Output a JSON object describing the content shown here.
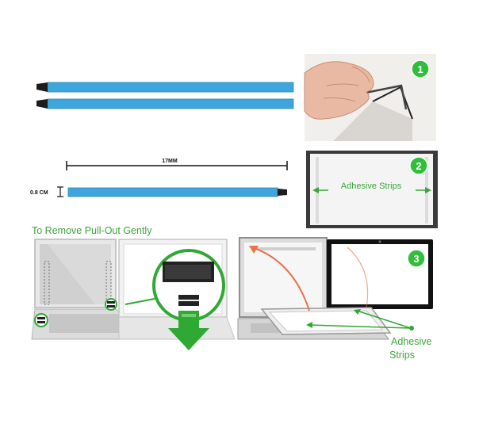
{
  "strips": {
    "dimension_length": "17MM",
    "dimension_width": "0.8 CM",
    "strip_color": "#3ea6dd"
  },
  "steps": {
    "step1_number": "1",
    "step2_number": "2",
    "step3_number": "3",
    "badge_color": "#2fbf3a"
  },
  "labels": {
    "adhesive_strips_panel2": "Adhesive Strips",
    "remove_instruction": "To Remove Pull-Out Gently",
    "adhesive_panel3_line1": "Adhesive",
    "adhesive_panel3_line2": "Strips"
  },
  "colors": {
    "accent_green": "#2fa834",
    "arrow_orange": "#e8734a",
    "label_green": "#3da43d"
  }
}
